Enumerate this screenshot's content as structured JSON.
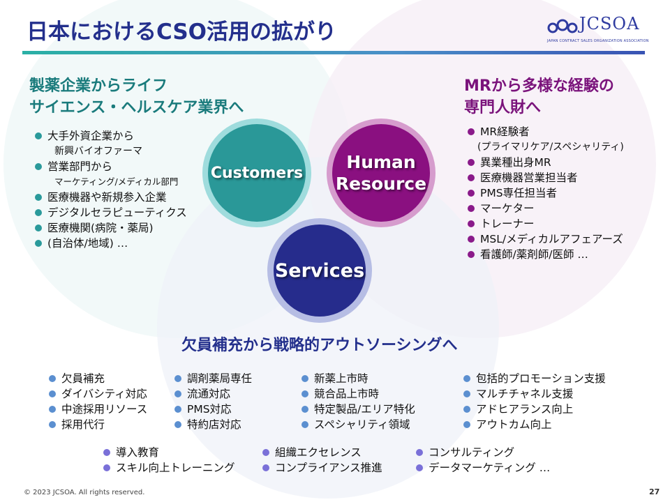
{
  "slide": {
    "title": "日本におけるCSO活用の拡がり",
    "page_number": "27",
    "copyright": "© 2023 JCSOA. All rights reserved."
  },
  "logo": {
    "name": "JCSOA",
    "subtitle": "JAPAN CONTRACT SALES ORGANIZATION ASSOCIATION"
  },
  "colors": {
    "teal": "#2a9898",
    "purple": "#8a1080",
    "navy": "#262c8c",
    "title": "#232f8c"
  },
  "circles": {
    "customers": "Customers",
    "human_line1": "Human",
    "human_line2": "Resource",
    "services": "Services"
  },
  "left_section": {
    "heading_line1": "製薬企業からライフ",
    "heading_line2": "サイエンス・ヘルスケア業界へ",
    "items": [
      {
        "text": "大手外資企業から",
        "cont": "新興バイオファーマ"
      },
      {
        "text": "営業部門から",
        "cont": "マーケティング/メディカル部門"
      },
      {
        "text": "医療機器や新規参入企業"
      },
      {
        "text": "デジタルセラピューティクス"
      },
      {
        "text": "医療機関(病院・薬局)"
      },
      {
        "text": "(自治体/地域) …"
      }
    ]
  },
  "right_section": {
    "heading_line1": "MRから多様な経験の",
    "heading_line2": "専門人財へ",
    "items": [
      {
        "text": "MR経験者",
        "cont": "(プライマリケア/スペシャリティ)"
      },
      {
        "text": "異業種出身MR"
      },
      {
        "text": "医療機器営業担当者"
      },
      {
        "text": "PMS専任担当者"
      },
      {
        "text": "マーケター"
      },
      {
        "text": "トレーナー"
      },
      {
        "text": "MSL/メディカルアフェアーズ"
      },
      {
        "text": "看護師/薬剤師/医師 …"
      }
    ]
  },
  "bottom_section": {
    "heading": "欠員補充から戦略的アウトソーシングへ",
    "col1": [
      "欠員補充",
      "ダイバシティ対応",
      "中途採用リソース",
      "採用代行"
    ],
    "col2": [
      "調剤薬局専任",
      "流通対応",
      "PMS対応",
      "特約店対応"
    ],
    "col3": [
      "新薬上市時",
      "競合品上市時",
      "特定製品/エリア特化",
      "スペシャリティ領域"
    ],
    "col4": [
      "包括的プロモーション支援",
      "マルチチャネル支援",
      "アドヒアランス向上",
      "アウトカム向上"
    ],
    "row2_col1": [
      "導入教育",
      "スキル向上トレーニング"
    ],
    "row2_col2": [
      "組織エクセレンス",
      "コンプライアンス推進"
    ],
    "row2_col3": [
      "コンサルティング",
      "データマーケティング …"
    ]
  }
}
